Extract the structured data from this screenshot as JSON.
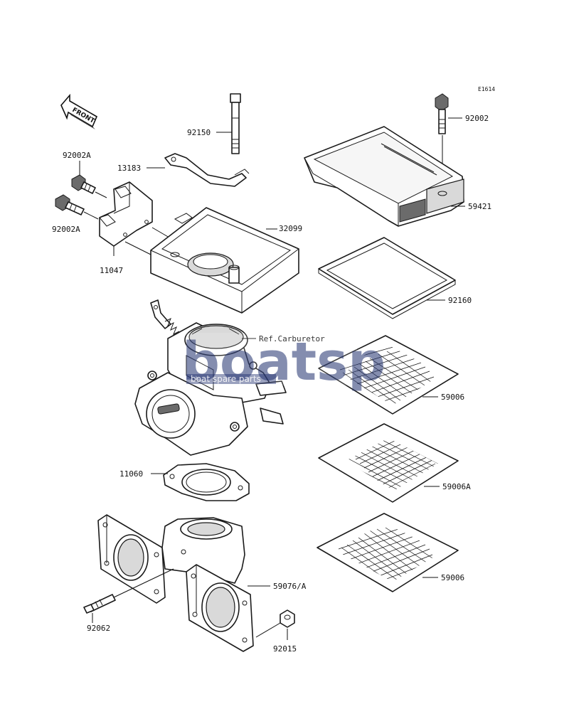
{
  "diagram": {
    "code": "E1614",
    "front_label": "FRONT",
    "callouts": {
      "p92150": "92150",
      "p13183": "13183",
      "p92002A_top": "92002A",
      "p92002A_bot": "92002A",
      "p11047": "11047",
      "p32099": "32099",
      "p92002": "92002",
      "p59421": "59421",
      "p92160": "92160",
      "ref_carb": "Ref.Carburetor",
      "p59006_top": "59006",
      "p11060": "11060",
      "p59006A": "59006A",
      "p59006_bot": "59006",
      "p59076A": "59076/A",
      "p92062": "92062",
      "p92015": "92015"
    },
    "watermark": {
      "brand": "boatsp",
      "tagline": "boat spare parts",
      "color": "#1f2f6e"
    }
  }
}
